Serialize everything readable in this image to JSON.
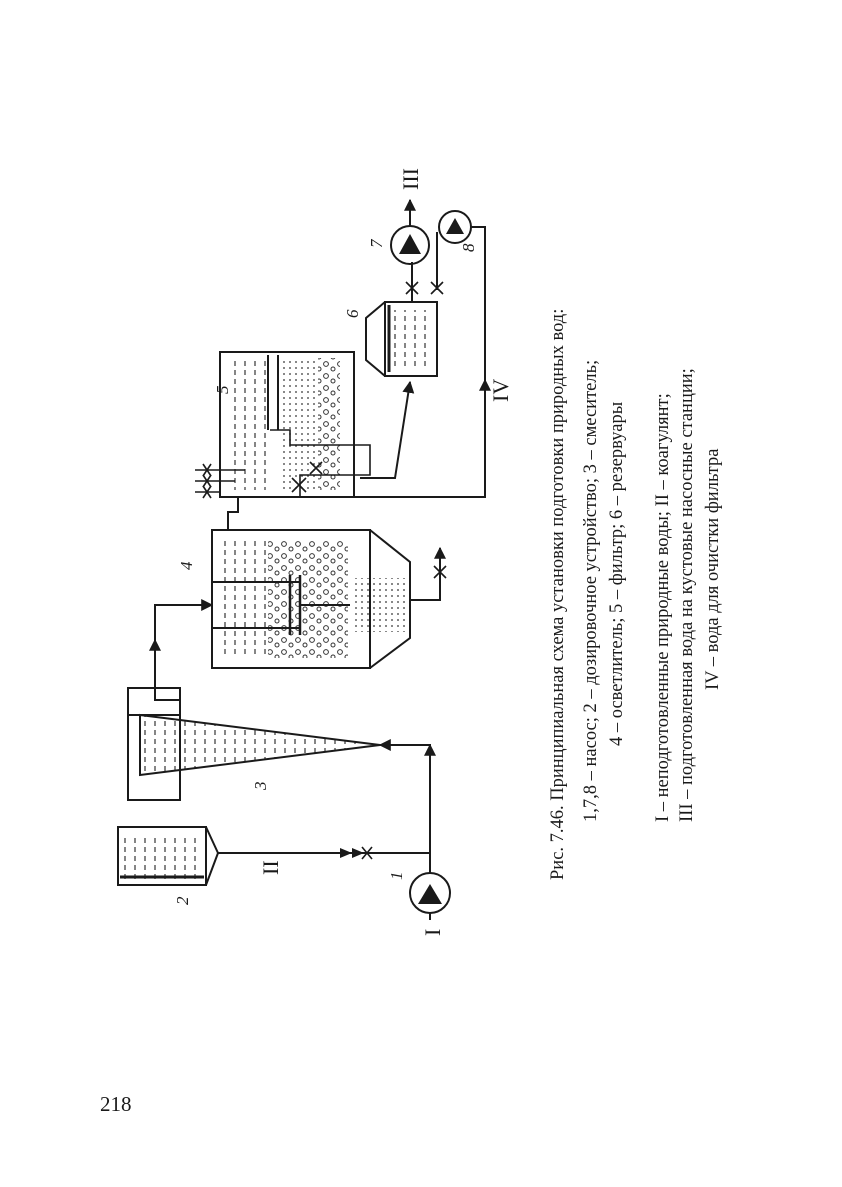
{
  "page_number": "218",
  "caption": {
    "title": "Рис. 7.46. Принципиальная схема установки подготовки природных вод:",
    "legend_line1": "1,7,8 – насос; 2 – дозировочное устройство; 3 – смеситель;",
    "legend_line2": "4 – осветлитель; 5 – фильтр; 6 – резервуары",
    "streams_line1": "I – неподготовленные природные воды; II – коагулянт;",
    "streams_line2": "III – подготовленная вода на кустовые насосные станции;",
    "streams_line3": "IV – вода для очистки фильтра"
  },
  "diagram": {
    "stream_labels": {
      "I": "I",
      "II": "II",
      "III": "III",
      "IV": "IV"
    },
    "equipment_numbers": {
      "n1": "1",
      "n2": "2",
      "n3": "3",
      "n4": "4",
      "n5": "5",
      "n6": "6",
      "n7": "7",
      "n8": "8"
    }
  }
}
